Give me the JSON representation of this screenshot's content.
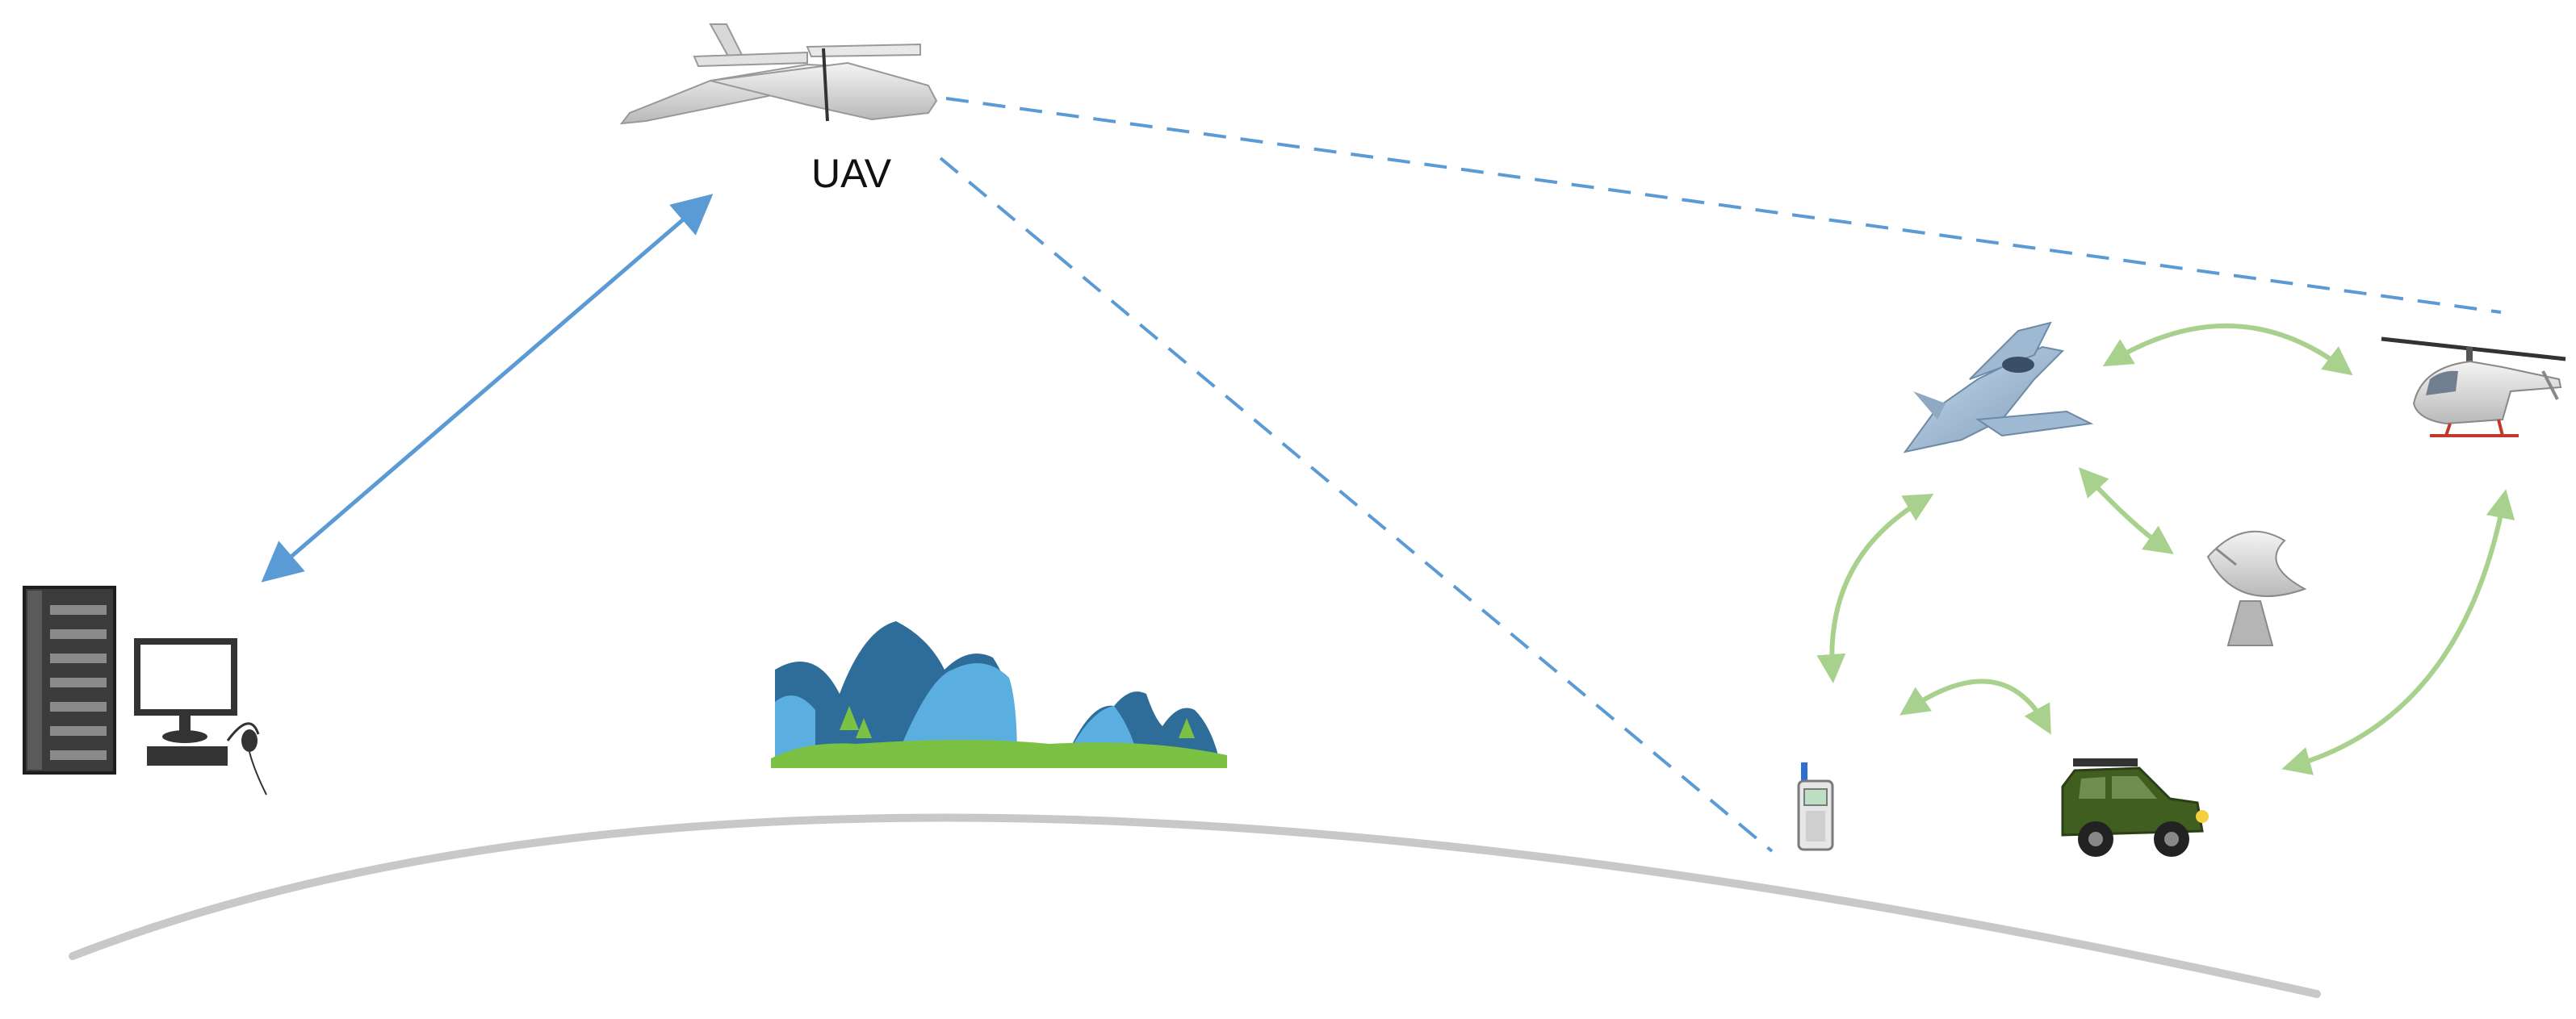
{
  "labels": {
    "uav": "UAV"
  },
  "nodes": [
    {
      "id": "uav",
      "icon": "uav-drone-icon"
    },
    {
      "id": "ground-station",
      "icon": "server-rack-icon"
    },
    {
      "id": "computer",
      "icon": "desktop-computer-icon"
    },
    {
      "id": "terrain",
      "icon": "mountains-icon"
    },
    {
      "id": "fighter",
      "icon": "fighter-jet-icon"
    },
    {
      "id": "helicopter",
      "icon": "helicopter-icon"
    },
    {
      "id": "dish",
      "icon": "satellite-dish-icon"
    },
    {
      "id": "handset",
      "icon": "radio-handset-icon"
    },
    {
      "id": "vehicle",
      "icon": "jeep-icon"
    }
  ],
  "colors": {
    "uplink": "#5b9bd5",
    "dashed": "#5b9bd5",
    "network": "#a9d18e",
    "ground": "#c8c8c8",
    "mountain_dark": "#2e6d99",
    "mountain_light": "#5aaee0",
    "grass": "#7bc144",
    "vehicle": "#3f5e1f"
  }
}
